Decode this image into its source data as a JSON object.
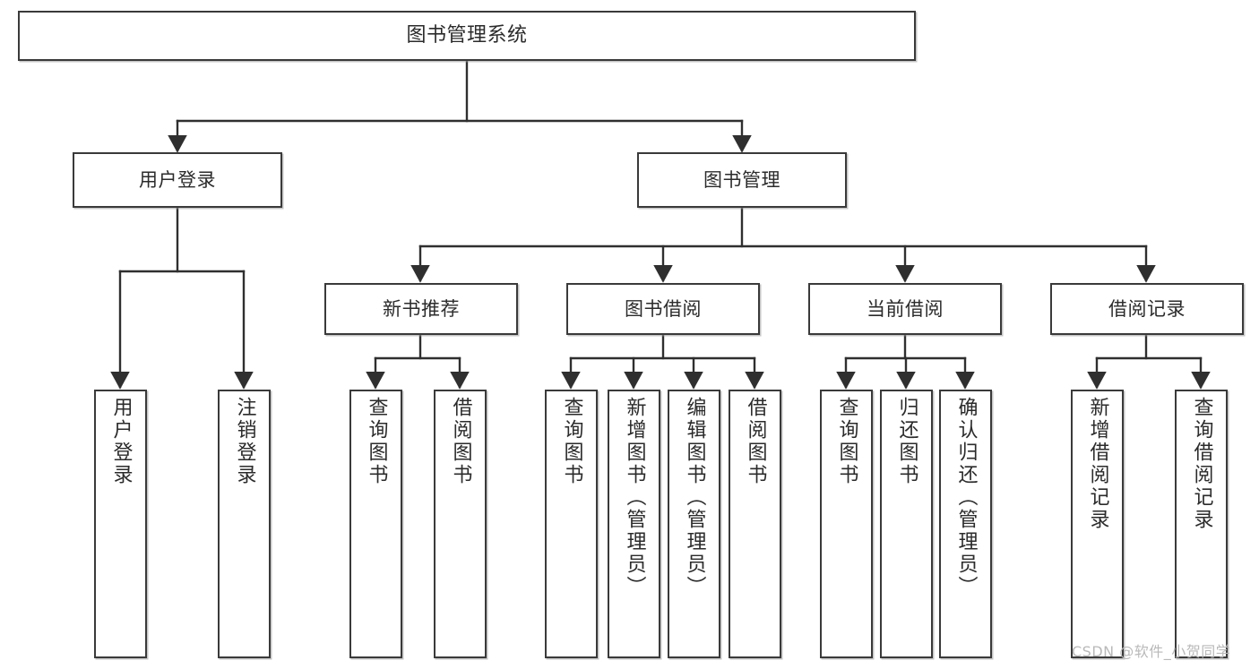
{
  "diagram": {
    "type": "tree-hierarchy-flowchart",
    "title": "图书管理系统",
    "root": {
      "label": "图书管理系统"
    },
    "level1": [
      {
        "label": "用户登录"
      },
      {
        "label": "图书管理"
      }
    ],
    "level2": [
      {
        "label": "新书推荐"
      },
      {
        "label": "图书借阅"
      },
      {
        "label": "当前借阅"
      },
      {
        "label": "借阅记录"
      }
    ],
    "leaves": {
      "user_login": [
        {
          "label": "用户登录"
        },
        {
          "label": "注销登录"
        }
      ],
      "new_book_recommend": [
        {
          "label": "查询图书"
        },
        {
          "label": "借阅图书"
        }
      ],
      "book_borrow": [
        {
          "label": "查询图书"
        },
        {
          "label": "新增图书（管理员）"
        },
        {
          "label": "编辑图书（管理员）"
        },
        {
          "label": "借阅图书"
        }
      ],
      "current_borrow": [
        {
          "label": "查询图书"
        },
        {
          "label": "归还图书"
        },
        {
          "label": "确认归还（管理员）"
        }
      ],
      "borrow_records": [
        {
          "label": "新增借阅记录"
        },
        {
          "label": "查询借阅记录"
        }
      ]
    }
  },
  "watermark": {
    "text": "CSDN @软件_小贺同学"
  },
  "colors": {
    "box_border": "#3a3a3a",
    "box_fill": "#ffffff",
    "text": "#2b2b2b",
    "connector": "#2f2f2f",
    "watermark": "#b9b9b9"
  }
}
